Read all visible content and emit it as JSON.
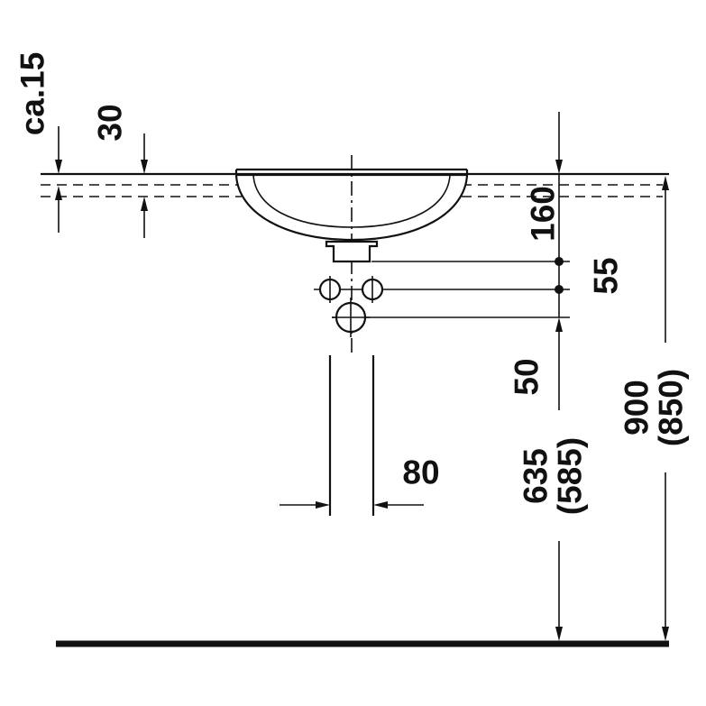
{
  "drawing": {
    "type": "sanitary-ware installation diagram (undercounter washbasin, side elevation)",
    "ink_color": "#111111",
    "background_color": "#ffffff"
  },
  "dimensions": {
    "rim_height": "ca.15",
    "counter_offset": "30",
    "basin_depth": "160",
    "hole_gap": "55",
    "trap_gap": "50",
    "pipe_width": "80",
    "drain_height_main": "635",
    "drain_height_alt": "(585)",
    "counter_height_main": "900",
    "counter_height_alt": "(850)"
  }
}
